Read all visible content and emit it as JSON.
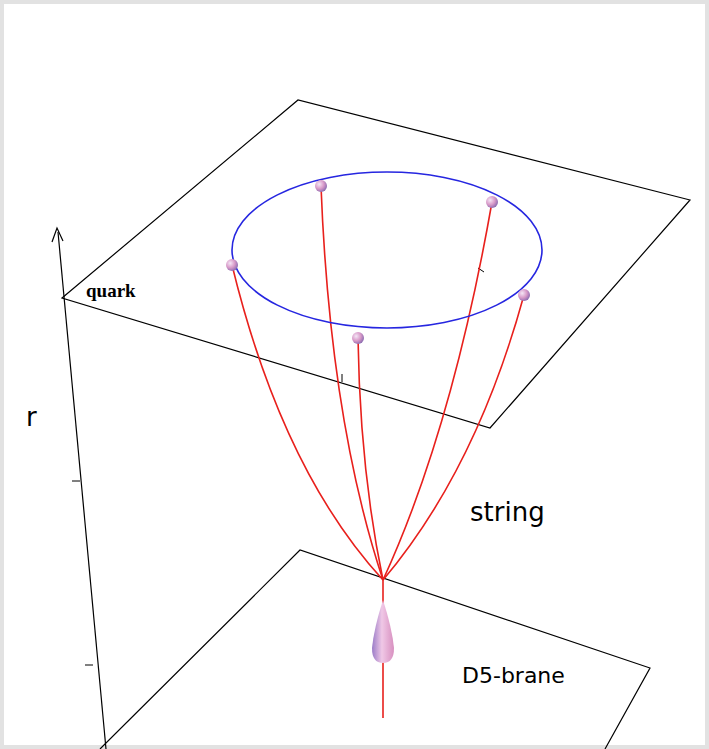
{
  "diagram": {
    "labels": [
      "quark",
      "r",
      "string",
      "D5-brane"
    ]
  }
}
